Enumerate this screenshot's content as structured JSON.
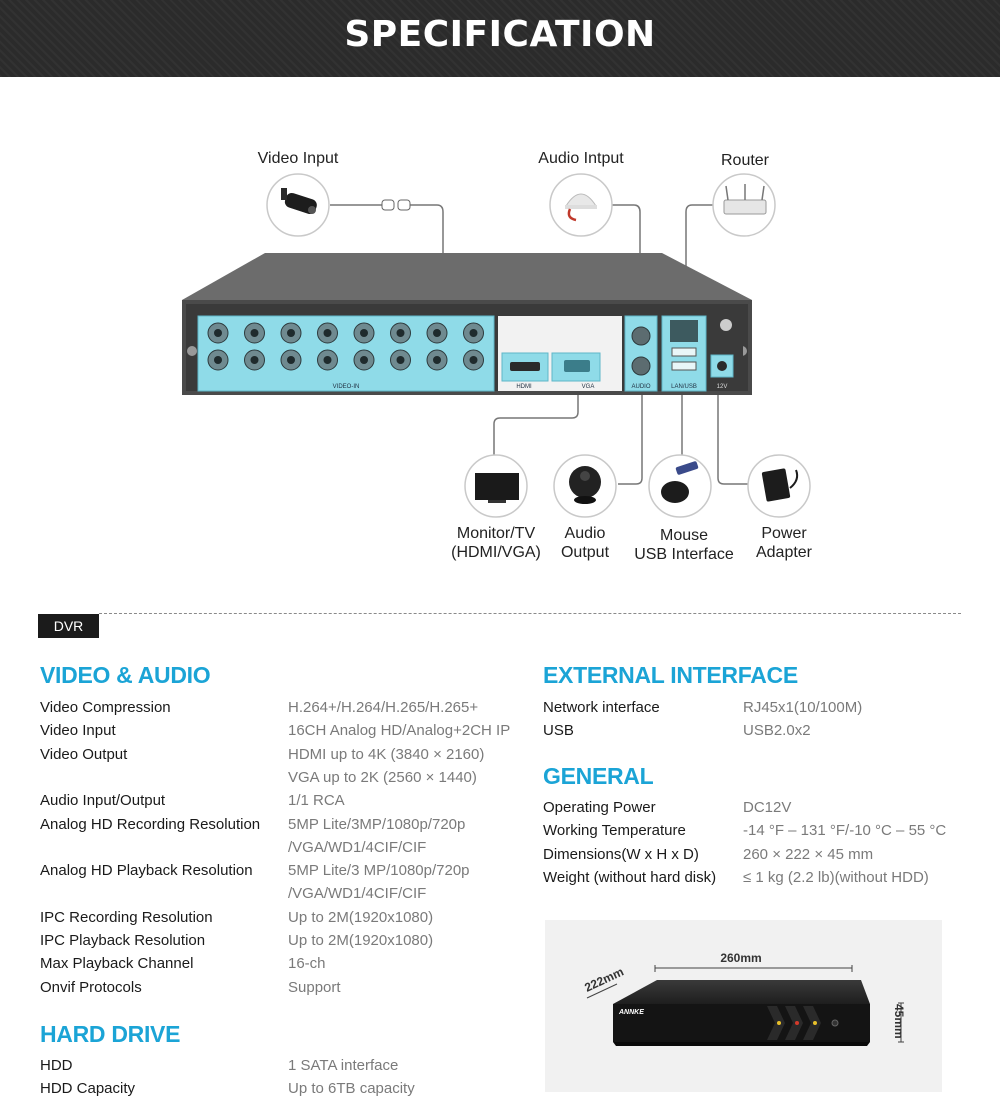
{
  "header": {
    "title": "SPECIFICATION"
  },
  "diagram": {
    "video_input": "Video Input",
    "audio_input": "Audio Intput",
    "router": "Router",
    "monitor_1": "Monitor/TV",
    "monitor_2": "(HDMI/VGA)",
    "audio_out_1": "Audio",
    "audio_out_2": "Output",
    "mouse_1": "Mouse",
    "mouse_2": "USB Interface",
    "power_1": "Power",
    "power_2": "Adapter",
    "panel": {
      "video_in": "VIDEO-IN",
      "hdmi": "HDMI",
      "vga": "VGA",
      "audio": "AUDIO",
      "lan": "LAN/USB",
      "dc": "12V"
    }
  },
  "dvr_tag": "DVR",
  "video_audio": {
    "title": "VIDEO & AUDIO",
    "rows": [
      [
        "Video Compression",
        "H.264+/H.264/H.265/H.265+"
      ],
      [
        "Video Input",
        "16CH Analog HD/Analog+2CH IP"
      ],
      [
        "Video Output",
        "HDMI up to 4K (3840 × 2160)"
      ],
      [
        "",
        "VGA up to 2K (2560 × 1440)"
      ],
      [
        "Audio Input/Output",
        "1/1 RCA"
      ],
      [
        "Analog HD Recording Resolution",
        "5MP Lite/3MP/1080p/720p"
      ],
      [
        "",
        "/VGA/WD1/4CIF/CIF"
      ],
      [
        "Analog HD Playback Resolution",
        "5MP Lite/3 MP/1080p/720p"
      ],
      [
        "",
        "/VGA/WD1/4CIF/CIF"
      ],
      [
        "IPC Recording Resolution",
        "Up to 2M(1920x1080)"
      ],
      [
        "IPC Playback Resolution",
        "Up to 2M(1920x1080)"
      ],
      [
        "Max Playback Channel",
        "16-ch"
      ],
      [
        "Onvif Protocols",
        "Support"
      ]
    ]
  },
  "hard_drive": {
    "title": "HARD DRIVE",
    "rows": [
      [
        "HDD",
        "1 SATA interface"
      ],
      [
        "HDD Capacity",
        "Up to 6TB capacity"
      ]
    ]
  },
  "external_interface": {
    "title": "EXTERNAL INTERFACE",
    "rows": [
      [
        "Network interface",
        "RJ45x1(10/100M)"
      ],
      [
        "USB",
        "USB2.0x2"
      ]
    ]
  },
  "general": {
    "title": "GENERAL",
    "rows": [
      [
        "Operating Power",
        "DC12V"
      ],
      [
        "Working Temperature",
        "-14 °F – 131 °F/-10 °C – 55 °C"
      ],
      [
        "Dimensions(W x H x D)",
        "260 × 222 × 45 mm"
      ],
      [
        "Weight (without hard disk)",
        "≤ 1 kg (2.2 lb)(without HDD)"
      ]
    ]
  },
  "product_photo": {
    "width": "260mm",
    "depth": "222mm",
    "height": "45mm",
    "brand": "ANNKE"
  }
}
